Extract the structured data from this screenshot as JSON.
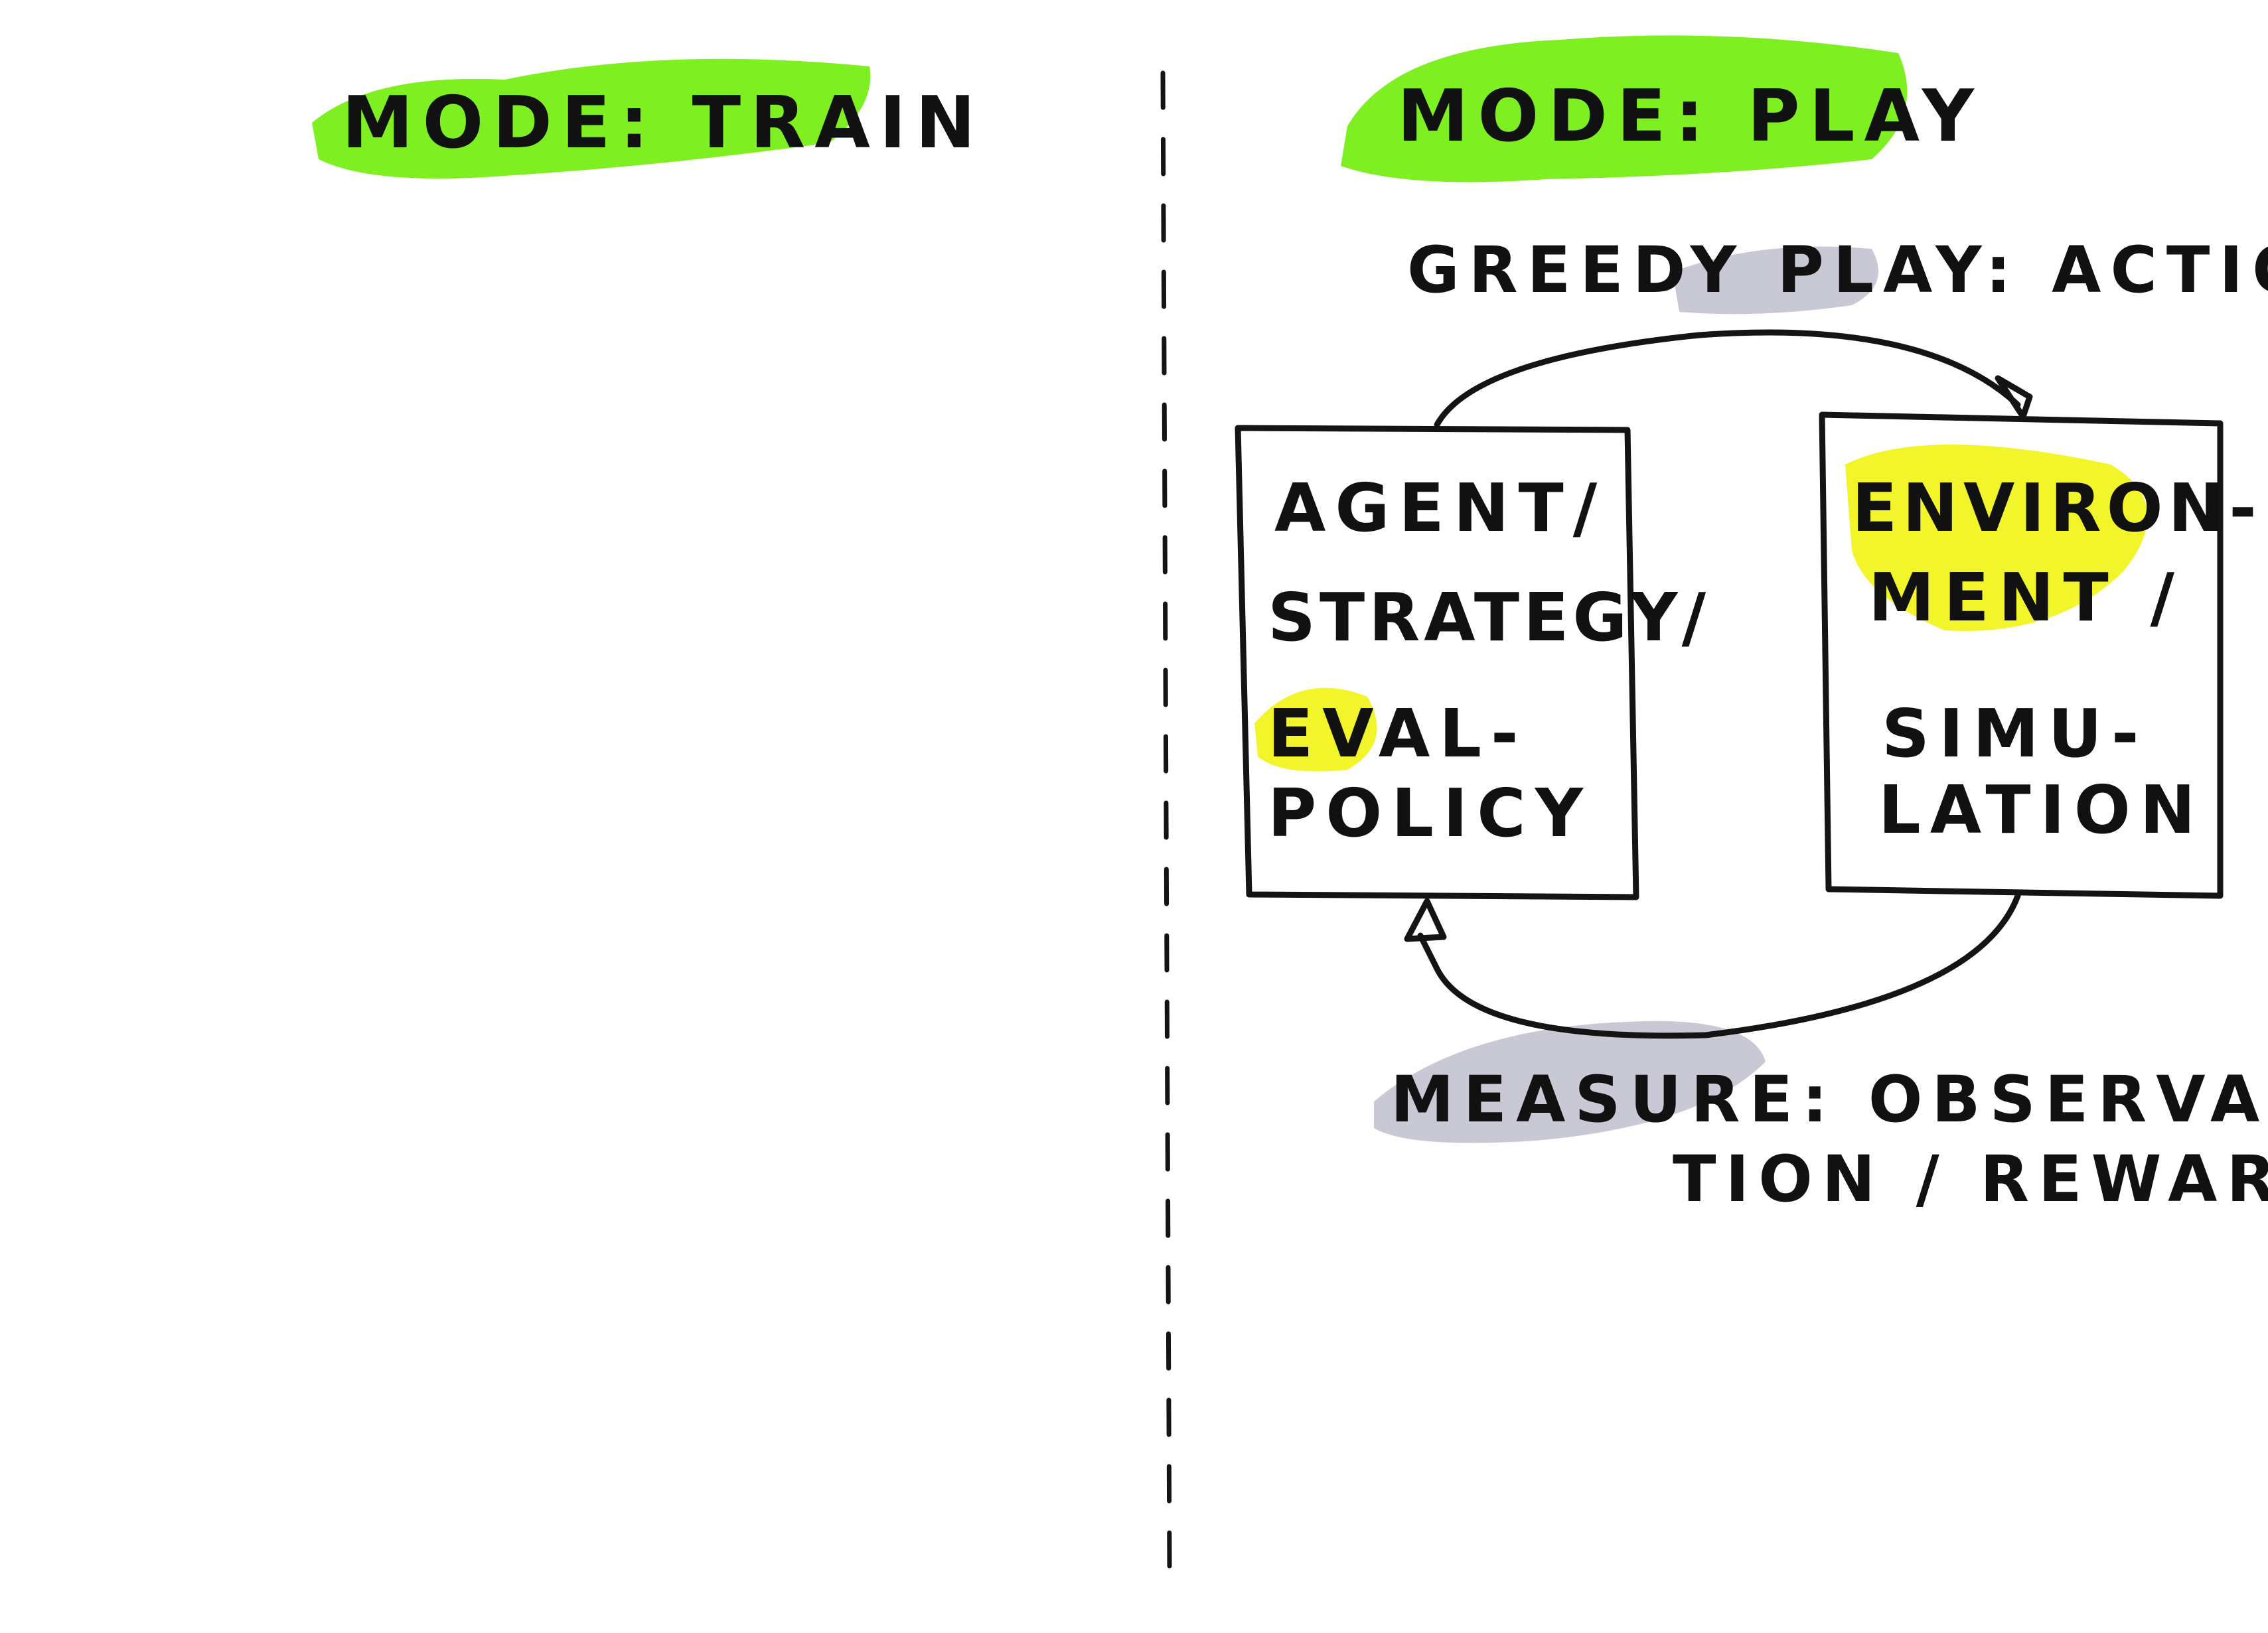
{
  "modes": {
    "train_label": "MODE: TRAIN",
    "play_label": "MODE: PLAY"
  },
  "edges": {
    "action_label": "GREEDY PLAY: ACTION",
    "measure_line1": "MEASURE: OBSERVA-",
    "measure_line2": "TION / REWARD"
  },
  "agent_box": {
    "line1": "AGENT/",
    "line2": "STRATEGY/",
    "line3": "EVAL-",
    "line4": "POLICY"
  },
  "environment_box": {
    "line1": "ENVIRON-",
    "line2": "MENT /",
    "line3": "SIMU-",
    "line4": "LATION"
  },
  "colors": {
    "mode_highlight": "#7ef022",
    "box_highlight": "#f2f52a",
    "edge_highlight": "#c9c9d6",
    "ink": "#141414"
  }
}
